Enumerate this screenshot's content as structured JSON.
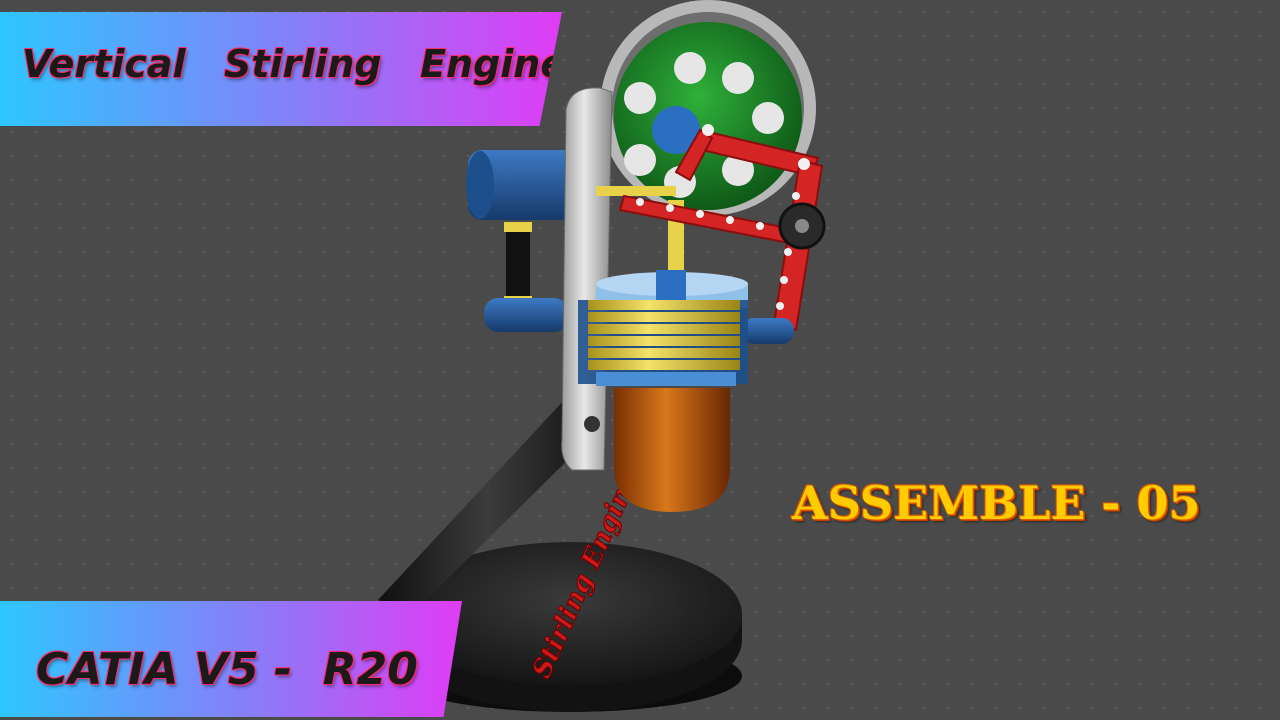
{
  "title_banner": {
    "text": "Vertical  Stirling  Engine"
  },
  "software_banner": {
    "text": "CATIA V5 -  R20"
  },
  "step_label": {
    "text": "ASSEMBLE - 05"
  },
  "base_engraving": {
    "text": "Stirling Engine"
  },
  "colors": {
    "banner_gradient_start": "#2ec6ff",
    "banner_gradient_end": "#e03cf5",
    "banner_text": "#1a1a1a",
    "banner_outline": "#ff2a6a",
    "step_label_fill": "#ffcc00",
    "step_label_outline": "#e65c00",
    "background": "#4a4a4a",
    "flywheel": "#1f8a2b",
    "crank_links": "#d42424",
    "cooling_fins": "#e8d24a",
    "hot_cylinder": "#c0580a",
    "housing": "#1d4f8c",
    "stand": "#1a1a1a"
  }
}
